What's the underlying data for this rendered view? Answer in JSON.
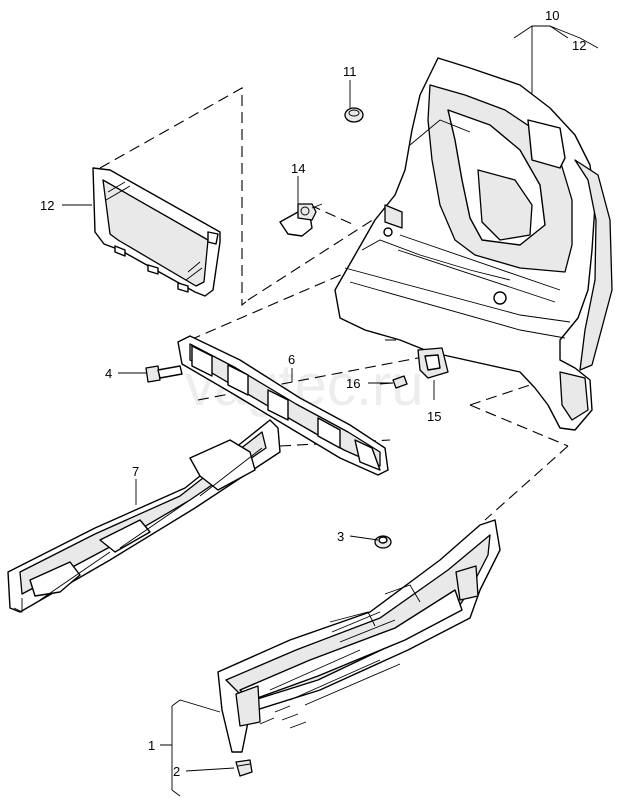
{
  "watermark": "vagtec.ru",
  "callouts": {
    "c1": "1",
    "c2": "2",
    "c3": "3",
    "c4": "4",
    "c6": "6",
    "c7": "7",
    "c10": "10",
    "c11": "11",
    "c12_top": "12",
    "c12_left": "12",
    "c14": "14",
    "c15": "15",
    "c16": "16"
  }
}
